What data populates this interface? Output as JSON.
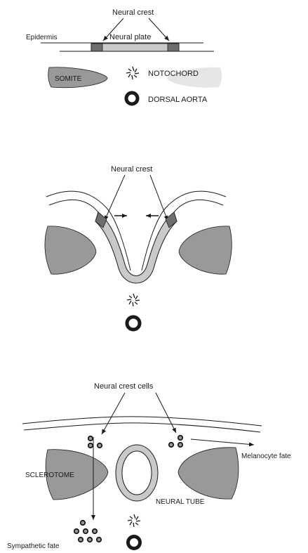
{
  "panel1": {
    "neural_crest_label": "Neural crest",
    "epidermis_label": "Epidermis",
    "neural_plate_label": "Neural plate",
    "somite_label": "SOMITE",
    "notochord_label": "NOTOCHORD",
    "dorsal_aorta_label": "DORSAL AORTA"
  },
  "panel2": {
    "neural_crest_label": "Neural crest"
  },
  "panel3": {
    "neural_crest_cells_label": "Neural crest cells",
    "sclerotome_label": "SCLEROTOME",
    "neural_tube_label": "NEURAL TUBE",
    "melanocyte_fate_label": "Melanocyte fate",
    "sympathetic_fate_label": "Sympathetic fate"
  },
  "colors": {
    "tissue_gray": "#999999",
    "light_gray": "#c9c9c9",
    "pale_gray": "#e6e6e6",
    "dark_gray": "#6e6e6e",
    "ink": "#1a1a1a"
  }
}
